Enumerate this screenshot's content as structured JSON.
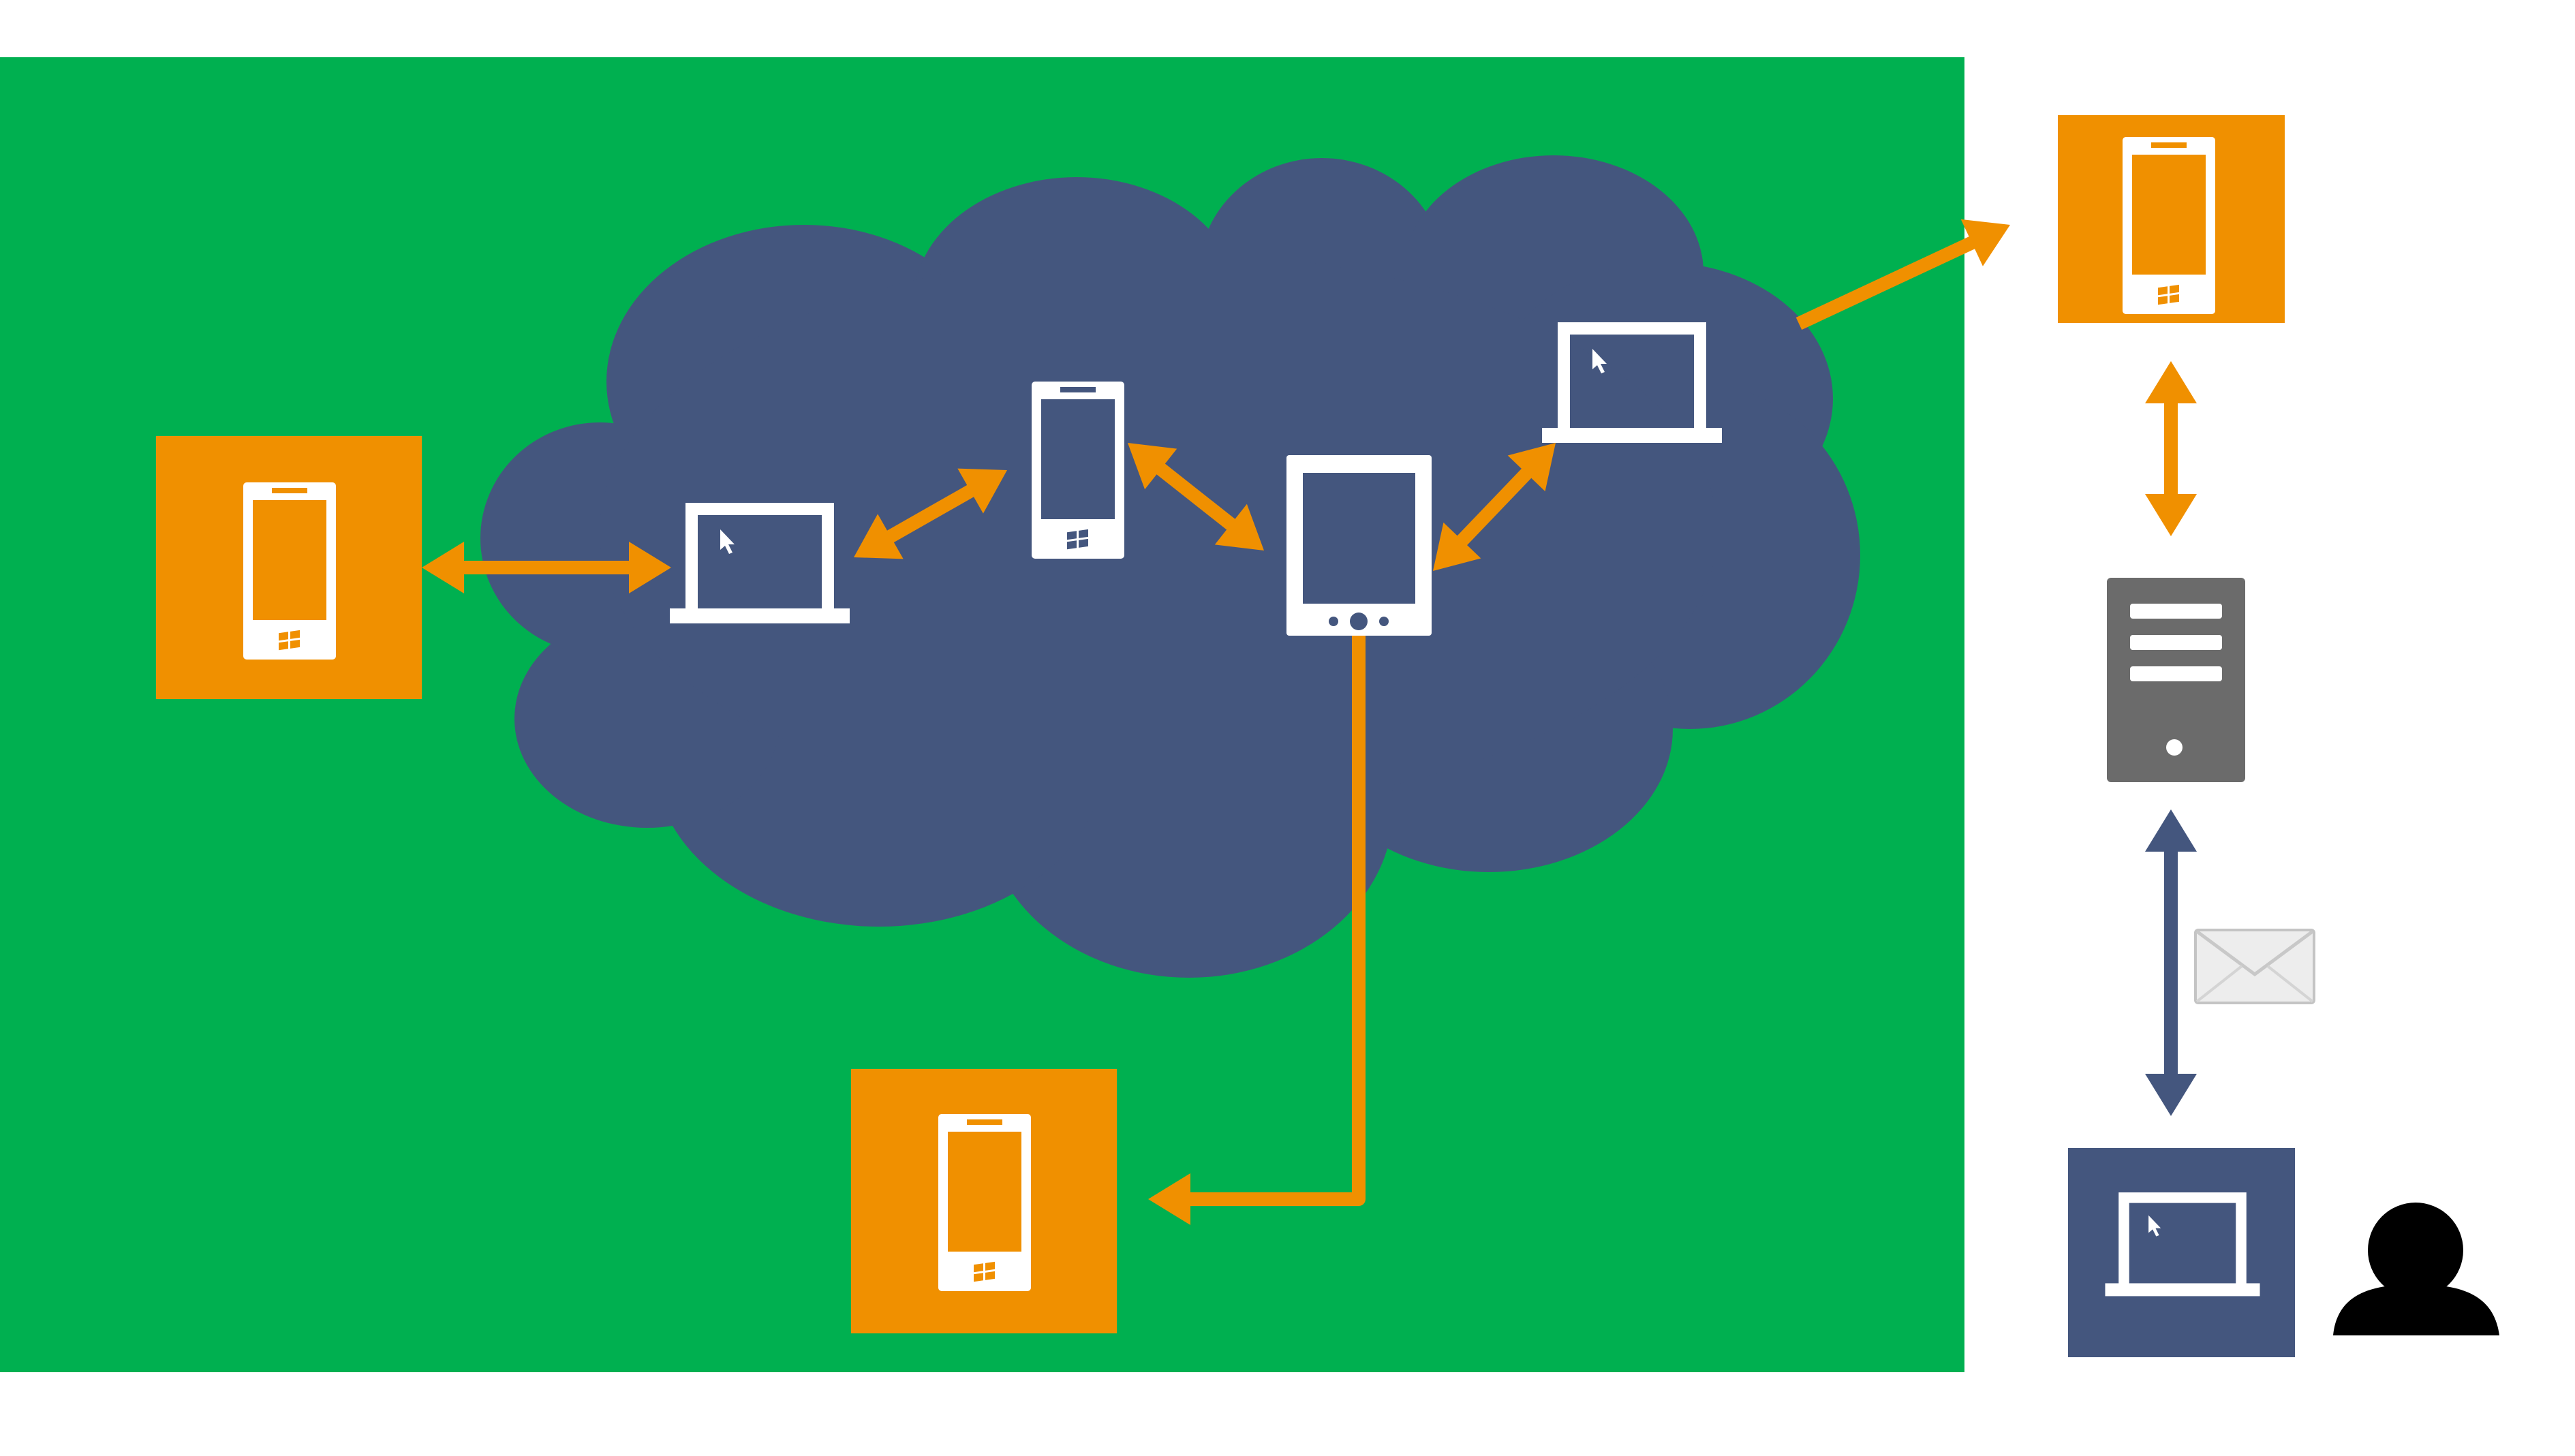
{
  "colors": {
    "background": "#ffffff",
    "network_area": "#00b050",
    "cloud": "#44567e",
    "accent_orange": "#f09000",
    "device_line": "#ffffff",
    "server": "#6b6b6b",
    "user_laptop_tile": "#44567e",
    "person": "#000000",
    "envelope": "#e8e8e8"
  },
  "nodes": [
    {
      "id": "phone-left",
      "icon": "windows-phone-icon"
    },
    {
      "id": "phone-bottom",
      "icon": "windows-phone-icon"
    },
    {
      "id": "phone-right",
      "icon": "windows-phone-icon"
    },
    {
      "id": "cloud-laptop-1",
      "icon": "laptop-icon"
    },
    {
      "id": "cloud-phone",
      "icon": "windows-phone-icon"
    },
    {
      "id": "cloud-tablet",
      "icon": "tablet-icon"
    },
    {
      "id": "cloud-laptop-2",
      "icon": "laptop-icon"
    },
    {
      "id": "server",
      "icon": "server-icon"
    },
    {
      "id": "user-laptop",
      "icon": "laptop-icon"
    },
    {
      "id": "user",
      "icon": "person-icon"
    },
    {
      "id": "message",
      "icon": "envelope-icon"
    }
  ],
  "edges": [
    {
      "from": "phone-left",
      "to": "cloud-laptop-1",
      "direction": "both"
    },
    {
      "from": "cloud-laptop-1",
      "to": "cloud-phone",
      "direction": "both"
    },
    {
      "from": "cloud-phone",
      "to": "cloud-tablet",
      "direction": "both"
    },
    {
      "from": "cloud-tablet",
      "to": "cloud-laptop-2",
      "direction": "both"
    },
    {
      "from": "cloud-laptop-2",
      "to": "phone-right",
      "direction": "forward"
    },
    {
      "from": "cloud-tablet",
      "to": "phone-bottom",
      "direction": "forward"
    },
    {
      "from": "phone-right",
      "to": "server",
      "direction": "both"
    },
    {
      "from": "server",
      "to": "user-laptop",
      "direction": "both"
    }
  ]
}
